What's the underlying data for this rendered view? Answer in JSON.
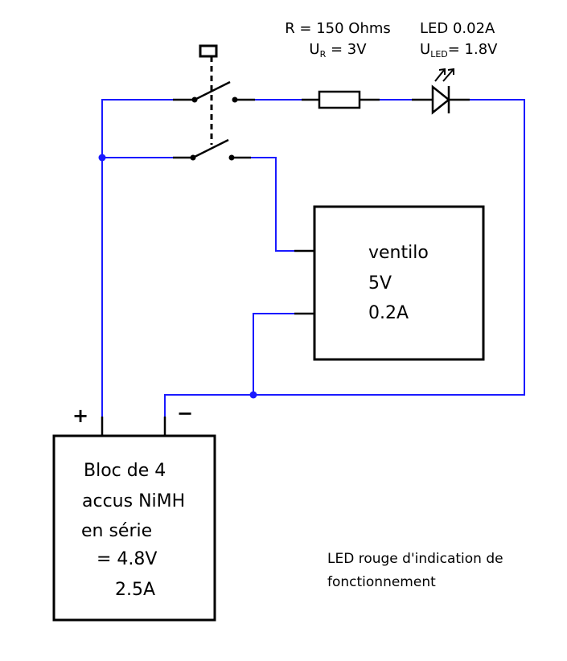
{
  "colors": {
    "wire": "#1a1aff",
    "component": "#000000",
    "note_text": "#2323c8",
    "background": "#ffffff"
  },
  "resistor": {
    "value_label": "R = 150 Ohms",
    "voltage_prefix": "U",
    "voltage_sub": "R",
    "voltage_value": " = 3V"
  },
  "led": {
    "current_label": "LED 0.02A",
    "voltage_prefix": "U",
    "voltage_sub": "LED",
    "voltage_value": "= 1.8V"
  },
  "fan": {
    "line1": "ventilo",
    "line2": "5V",
    "line3": "0.2A"
  },
  "battery": {
    "plus_label": "+",
    "minus_label": "−",
    "line1": "Bloc de 4",
    "line2": "accus NiMH",
    "line3": "en  série",
    "line4": "= 4.8V",
    "line5": "2.5A"
  },
  "note": {
    "line1": "LED rouge d'indication de",
    "line2": "fonctionnement"
  }
}
